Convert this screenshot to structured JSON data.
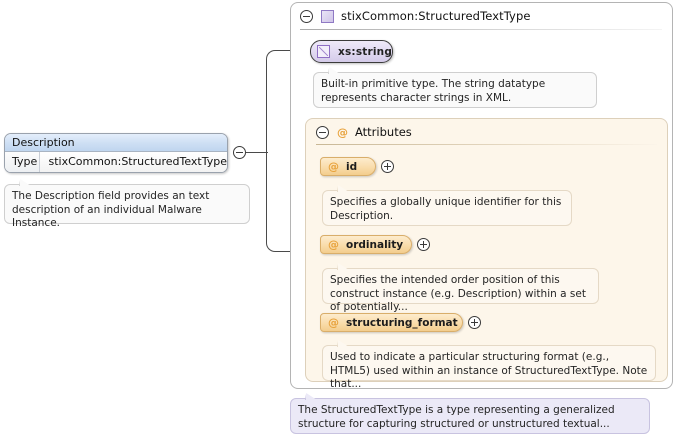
{
  "diagram": {
    "title": "XSD element diagram: Description",
    "element": {
      "name": "Description",
      "type_label": "Type",
      "type_value": "stixCommon:StructuredTextType",
      "toggle_icon": "minus-circle-icon",
      "annotation": "The Description field provides an text description of an individual Malware Instance."
    },
    "type_container": {
      "toggle_icon": "minus-circle-icon",
      "type_icon": "complex-type-square-icon",
      "title": "stixCommon:StructuredTextType",
      "annotation": "The StructuredTextType is a type representing a generalized structure for capturing structured or unstructured textual...",
      "base_type": {
        "icon": "simple-type-icon",
        "label": "xs:string",
        "annotation": "Built-in primitive type. The string datatype represents character strings in XML."
      },
      "attributes_section": {
        "toggle_icon": "minus-circle-icon",
        "at_icon": "at-sign-icon",
        "title": "Attributes",
        "items": [
          {
            "at_icon": "at-sign-icon",
            "name": "id",
            "expand_icon": "plus-circle-icon",
            "annotation": "Specifies a globally unique identifier for this Description."
          },
          {
            "at_icon": "at-sign-icon",
            "name": "ordinality",
            "expand_icon": "plus-circle-icon",
            "annotation": "Specifies the intended order position of this construct instance (e.g. Description) within a set of potentially..."
          },
          {
            "at_icon": "at-sign-icon",
            "name": "structuring_format",
            "expand_icon": "plus-circle-icon",
            "annotation": "Used to indicate a particular structuring format (e.g., HTML5) used within an instance of StructuredTextType. Note that..."
          }
        ]
      }
    },
    "colors": {
      "element_header": "#cfe0f4",
      "type_accent": "#8f79c4",
      "attribute_accent": "#e8a33d",
      "attributes_bg": "#fdf6ea",
      "annotation_bg": "#fafafa",
      "type_annotation_bg": "#ebe9f7",
      "connector": "#4a4a4a"
    }
  }
}
